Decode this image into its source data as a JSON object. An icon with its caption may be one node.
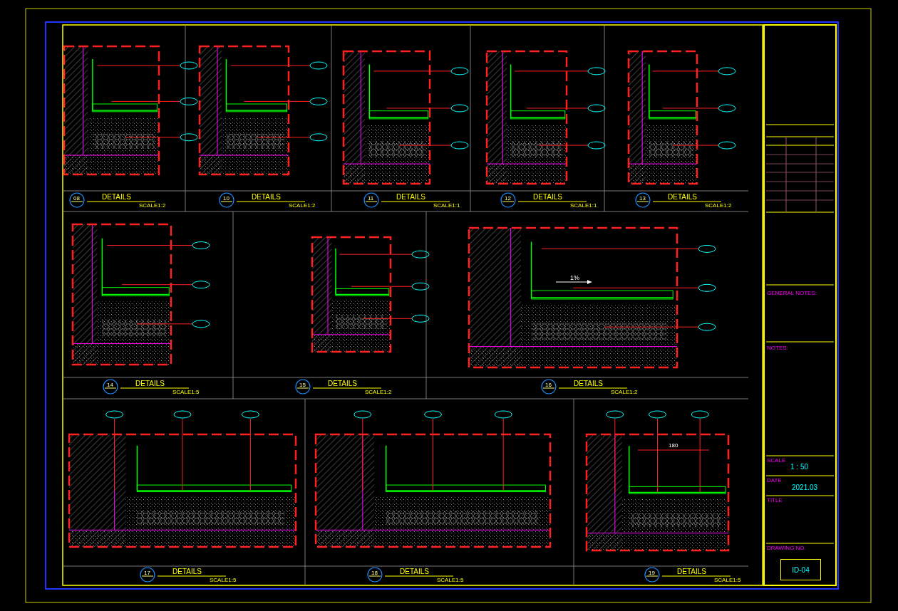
{
  "diagram": {
    "labels": [
      "08",
      "DETAILS",
      "SCALE1:2",
      "10",
      "DETAILS",
      "SCALE1:2",
      "11",
      "DETAILS",
      "SCALE1:1",
      "12",
      "DETAILS",
      "SCALE1:1",
      "13",
      "DETAILS",
      "SCALE1:2",
      "14",
      "DETAILS",
      "SCALE1:5",
      "15",
      "DETAILS",
      "SCALE1:2",
      "16",
      "DETAILS",
      "SCALE1:2",
      "17",
      "DETAILS",
      "SCALE1:5",
      "18",
      "DETAILS",
      "SCALE1:5",
      "19",
      "DETAILS",
      "SCALE1:5",
      "1%",
      "180",
      "GENERAL NOTES:",
      "NOTES:",
      "SCALE",
      "1 : 50",
      "DATE",
      "2021.03",
      "TITLE",
      "DRAWING NO.",
      "ID-04"
    ]
  }
}
